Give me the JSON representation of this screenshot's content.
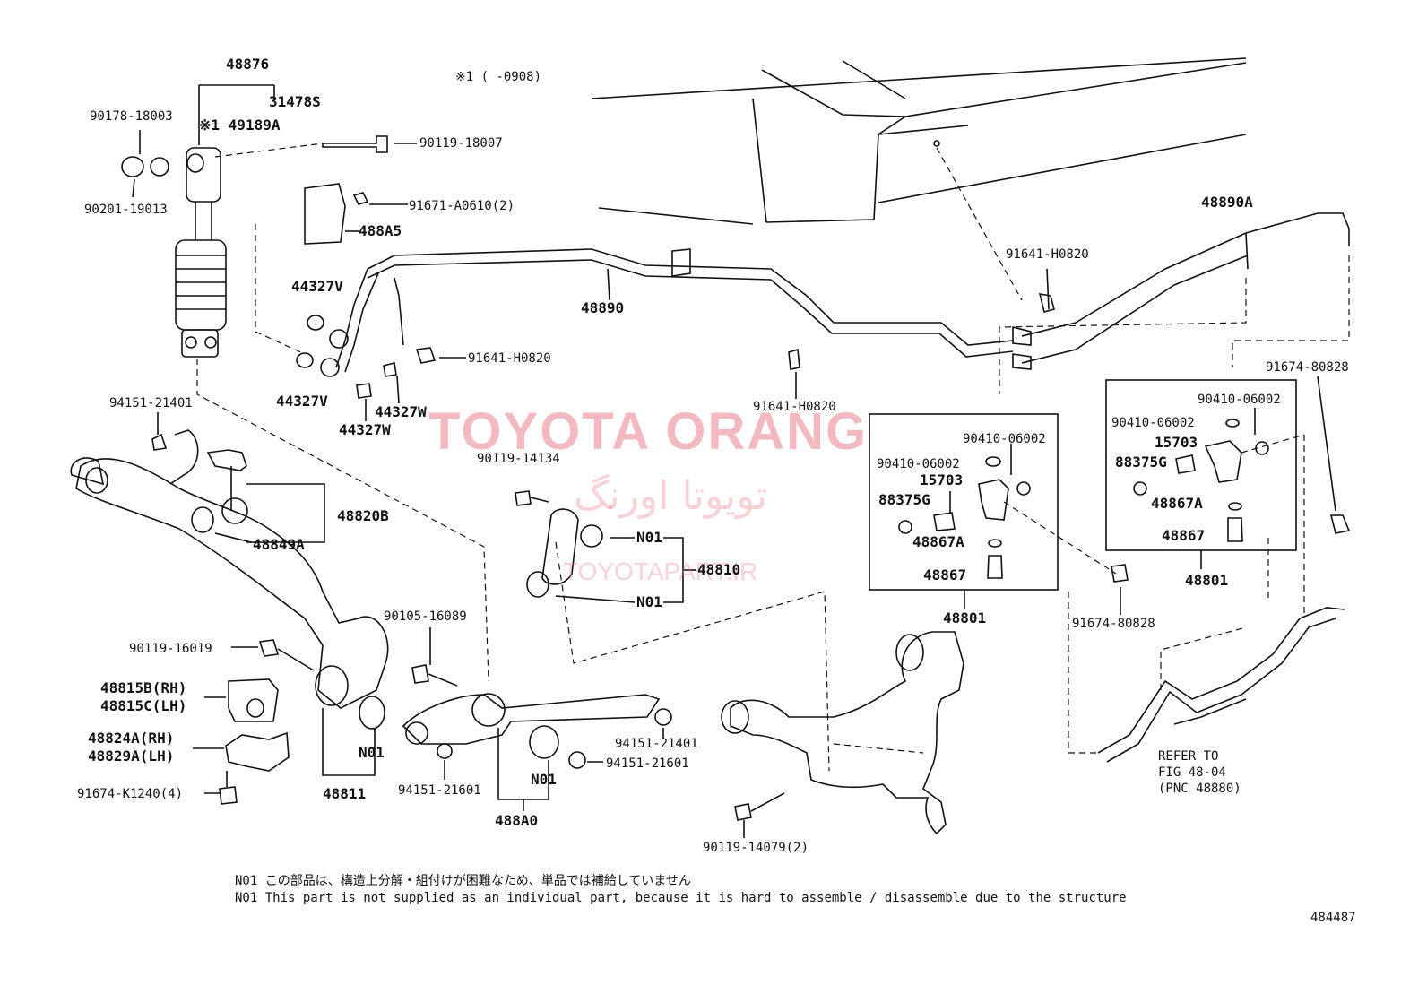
{
  "diagram": {
    "header_note": "※1 (     -0908)",
    "figure_id": "484487",
    "watermark": {
      "main": "TOYOTA ORANG",
      "farsi": "تویوتا اورنگ",
      "url": "TOYOTAPART.IR"
    },
    "footnotes": [
      "N01 この部品は、構造上分解・組付けが困難なため、単品では補給していません",
      "N01 This part is not supplied as an individual part, because it is hard to assemble / disassemble due to the structure"
    ],
    "labels": {
      "l48876": "48876",
      "l31478s": "31478S",
      "l90178": "90178-18003",
      "l49189a": "※1 49189A",
      "l90119_18007": "90119-18007",
      "l91671": "91671-A0610(2)",
      "l90201": "90201-19013",
      "l488a5": "488A5",
      "l44327v_1": "44327V",
      "l44327v_2": "44327V",
      "l44327w_1": "44327W",
      "l44327w_2": "44327W",
      "l48890": "48890",
      "l91641_a": "91641-H0820",
      "l91641_b": "91641-H0820",
      "l91641_c": "91641-H0820",
      "l48890a": "48890A",
      "l94151_21401a": "94151-21401",
      "l48820b": "48820B",
      "l48849a": "48849A",
      "l90119_14134": "90119-14134",
      "l n01_a": "N01",
      "l48810": "48810",
      "l n01_b": "N01",
      "l90410_a": "90410-06002",
      "l90410_b": "90410-06002",
      "l15703_a": "15703",
      "l88375g_a": "88375G",
      "l48867a_a": "48867A",
      "l48867_a": "48867",
      "l48801_a": "48801",
      "l91674_80828a": "91674-80828",
      "l90410_c": "90410-06002",
      "l90410_d": "90410-06002",
      "l15703_b": "15703",
      "l88375g_b": "88375G",
      "l48867a_b": "48867A",
      "l48867_b": "48867",
      "l48801_b": "48801",
      "l91674_80828b": "91674-80828",
      "l90105": "90105-16089",
      "l90119_16019": "90119-16019",
      "l48815b": "48815B(RH)",
      "l48815c": "48815C(LH)",
      "l48824a": "48824A(RH)",
      "l48829a": "48829A(LH)",
      "l91674_k1240": "91674-K1240(4)",
      "l n01_c": "N01",
      "l48811": "48811",
      "l94151_21601a": "94151-21601",
      "l n01_d": "N01",
      "l488a0": "488A0",
      "l94151_21401b": "94151-21401",
      "l94151_21601b": "94151-21601",
      "l90119_14079": "90119-14079(2)",
      "l_refer1": "REFER TO",
      "l_refer2": "FIG 48-04",
      "l_refer3": "(PNC 48880)"
    }
  }
}
